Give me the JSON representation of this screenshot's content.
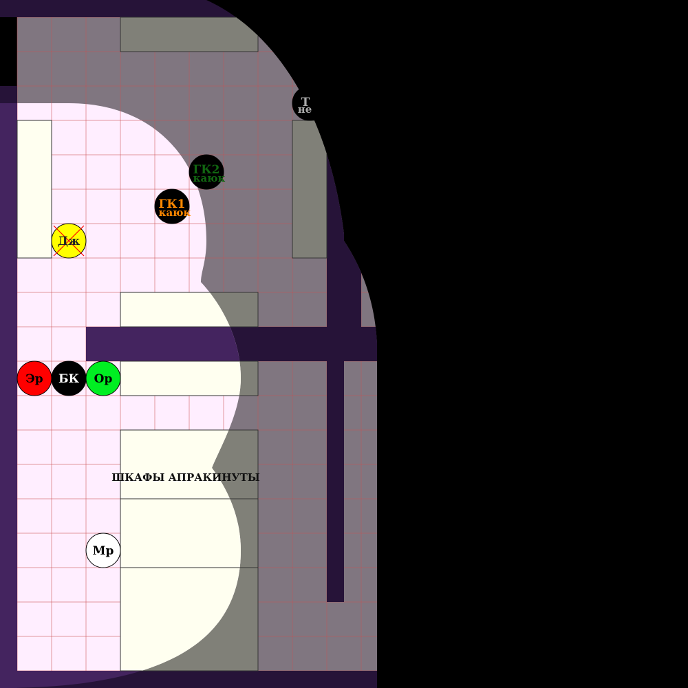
{
  "colors": {
    "background": "#000000",
    "wall": "#261338",
    "wall_lit": "#44245f",
    "floor_lit": "#ffeeff",
    "floor_dim": "#807680",
    "furniture_lit": "#fffff0",
    "furniture_dim": "#808078",
    "grid_line": "#cc5050"
  },
  "furniture": {
    "cabinets_label": "ШКАФЫ АПРАКИНУТЫ"
  },
  "tokens": [
    {
      "id": "er",
      "label": "Эр",
      "sublabel": "",
      "fill": "#ff0000",
      "text_color": "#000000",
      "state": "active"
    },
    {
      "id": "bk",
      "label": "БК",
      "sublabel": "",
      "fill": "#000000",
      "text_color": "#ffffff",
      "state": "active"
    },
    {
      "id": "or",
      "label": "Ор",
      "sublabel": "",
      "fill": "#00ee22",
      "text_color": "#000000",
      "state": "active"
    },
    {
      "id": "dzh",
      "label": "Дж",
      "sublabel": "",
      "fill": "#ffff00",
      "text_color": "#222222",
      "state": "crossed-out"
    },
    {
      "id": "mr",
      "label": "Мр",
      "sublabel": "",
      "fill": "#ffffff",
      "text_color": "#000000",
      "state": "active"
    },
    {
      "id": "gk1",
      "label": "ГК1",
      "sublabel": "каюк",
      "fill": "#000000",
      "text_color": "#ff8800",
      "state": "dead"
    },
    {
      "id": "gk2",
      "label": "ГК2",
      "sublabel": "каюк",
      "fill": "#000000",
      "text_color": "#116611",
      "state": "dead"
    },
    {
      "id": "t",
      "label": "Т",
      "sublabel": "не",
      "fill": "#000000",
      "text_color": "#aaaaaa",
      "state": "dead"
    }
  ]
}
